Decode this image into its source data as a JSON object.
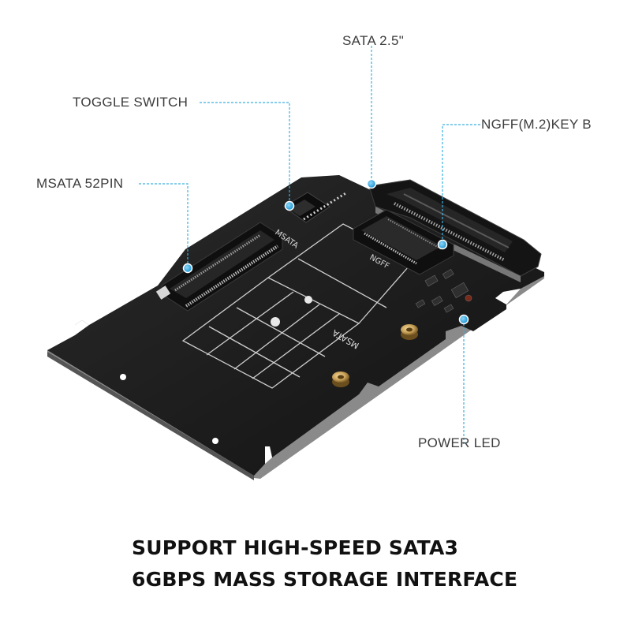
{
  "callouts": {
    "sata": "SATA 2.5\"",
    "toggle_switch": "TOGGLE SWITCH",
    "ngff": "NGFF(M.2)KEY B",
    "msata": "MSATA 52PIN",
    "power_led": "POWER LED"
  },
  "board_silkscreen": {
    "msata_switch_label": "MSATA",
    "ngff_socket_label": "NGFF",
    "msata_area_label": "MSATA"
  },
  "tagline": {
    "line1": "SUPPORT HIGH-SPEED SATA3",
    "line2": "6GBPS MASS STORAGE INTERFACE"
  },
  "colors": {
    "pcb": "#1c1c1c",
    "callout_line": "#3ab0e2",
    "callout_dot": "#27a4e0",
    "brass_standoff": "#c9a25a"
  }
}
